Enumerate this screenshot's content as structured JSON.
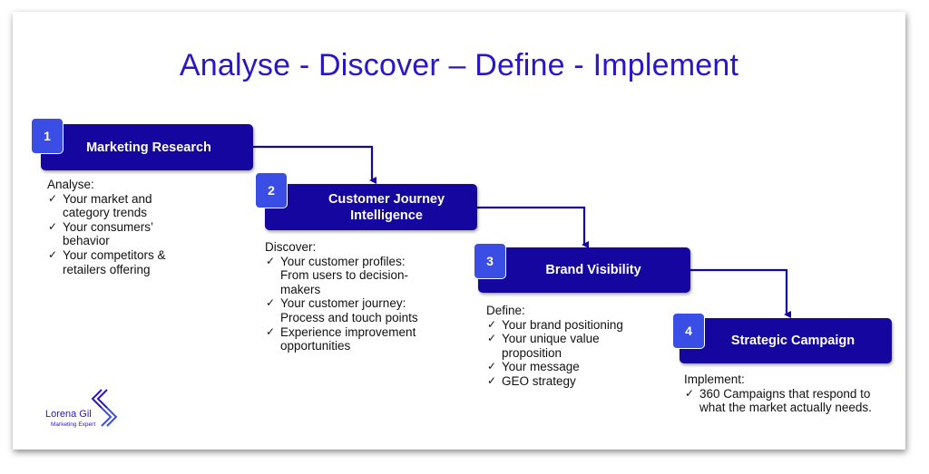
{
  "title": "Analyse - Discover – Define - Implement",
  "colors": {
    "box": "#14069e",
    "badge": "#3a4ee6",
    "title": "#2a16c9",
    "text": "#111111"
  },
  "steps": [
    {
      "number": "1",
      "label": "Marketing Research",
      "intro": "Analyse:",
      "items": [
        "Your market and category trends",
        "Your consumers’ behavior",
        "Your competitors & retailers offering"
      ]
    },
    {
      "number": "2",
      "label": "Customer Journey Intelligence",
      "intro": "Discover:",
      "items": [
        "Your customer profiles: From users to decision-makers",
        "Your customer journey: Process and touch points",
        "Experience improvement opportunities"
      ]
    },
    {
      "number": "3",
      "label": "Brand Visibility",
      "intro": "Define:",
      "items": [
        "Your brand positioning",
        "Your unique value proposition",
        "Your message",
        "GEO strategy"
      ]
    },
    {
      "number": "4",
      "label": "Strategic Campaign",
      "intro": "Implement:",
      "items": [
        "360 Campaigns that respond to what the market actually needs."
      ]
    }
  ],
  "logo": {
    "name": "Lorena Gil",
    "subtitle": "Marketing Expert",
    "icon": "double-chevron-icon"
  }
}
